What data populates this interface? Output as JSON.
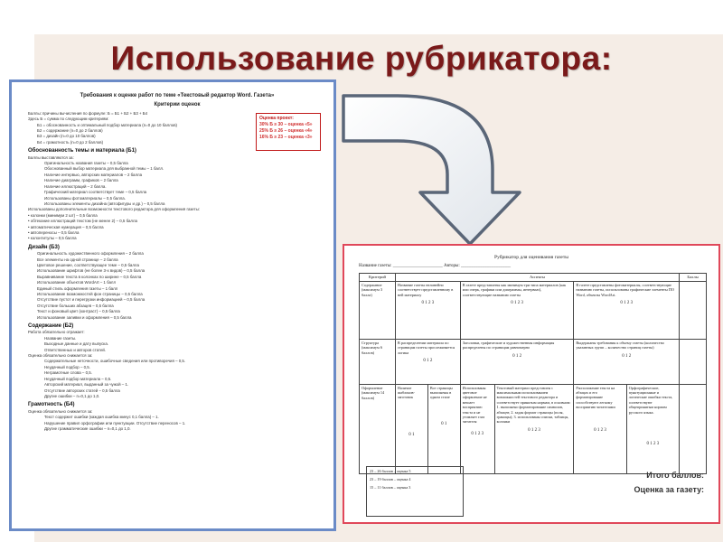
{
  "slide": {
    "title": "Использование рубрикатора:"
  },
  "left_doc": {
    "title": "Требования к оценке работ по теме «Текстовый редактор Word. Газета»",
    "subtitle": "Критерии оценок",
    "lines_intro": [
      "Баллы: причины вычисления по формуле: Б = Б1 + Б2 + Б3 + Б4",
      "Здесь Б = сумма по следующим критериям:",
      "Б1 = обоснованность и оптимальный подбор материала (n=0 до 10 баллов)",
      "Б2 = содержание (n=0 до 2 баллов)",
      "Б3 = дизайн (n=0 до 10 баллов)",
      "Б4 = грамотность (n=0 до 2 баллов)"
    ],
    "note_box": {
      "title": "Оценка проект:",
      "lines": [
        "30% Б ≥ 30 – оценка «5»",
        "25% Б ≥ 26 – оценка «4»",
        "16% Б ≥ 23 – оценка «3»"
      ]
    },
    "sec1_header": "Обоснованность темы и материала (Б1)",
    "sec1_sub": "Баллы выставляются за:",
    "sec1_items": [
      "Оригинальность названия газеты – 0,5 балла",
      "Обоснованный выбор материала для выбранной темы – 1 балл.",
      "Наличие интервью, авторских материалов – 2 балла",
      "Наличие диаграмм, графиков – 2 балла",
      "Наличие иллюстраций – 2 балла.",
      "Графический материал соответствует теме – 0,5 балла",
      "Использованы фотоматериалы – 0,5 балла.",
      "Использованы элементы дизайна (автофигуры и др.) – 0,5 балла"
    ],
    "sec1_extra": [
      "Использованы дополнительные возможности текстового редактора для оформления газеты:",
      "• колонки (минимум 2 шт) – 0,5 балла",
      "• обтекание иллюстраций текстом (не менее 2) – 0,5 балла",
      "• автоматическая нумерация – 0,5 балла",
      "• автопереносы – 0,5 балла",
      "• колонтитулы – 0,5 балла"
    ],
    "sec2_header": "Дизайн (Б3)",
    "sec2_items": [
      "Оригинальность художественного оформления – 2 балла",
      "Все элементы на одной странице – 2 балла",
      "Цветовое решение, соответствующее теме – 0,5 балла",
      "Использование шрифтов (не более 3-х видов) – 0,5 балла",
      "Выравнивание текста в колонках по ширине – 0,5 балла",
      "Использование объектов WordArt – 1 балл",
      "Единый стиль оформления газеты – 1 балл",
      "Использование возможностей фон страницы – 0,5 балла",
      "Отсутствие пустот и перегрузки информацией – 0,5 балла",
      "Отсутствие больших абзацев – 0,5 балла",
      "Текст и фоновый цвет (контраст) – 0,5 балла",
      "Использование заливки и оформления – 0,5 балла"
    ],
    "sec3_header": "Содержание (Б2)",
    "sec3_sub": "Работа обязательно отражает:",
    "sec3_items": [
      "Название газеты.",
      "Выходные данные и дату выпуска.",
      "Ответственных и авторов статей."
    ],
    "sec3_lines": [
      "Оценка обязательно снижается за:",
      "Содержательные неточности, ошибочные сведения или противоречия – 0,5.",
      "Неудачный подбор – 0,5.",
      "Неграмотные слова – 0,5.",
      "Неудачный подбор материала – 0,5.",
      "Авторский материал, выданный за чужой – 1.",
      "Отсутствие авторских статей – 0,5 балла",
      "Другие ошибки – n=0,1 до 1,0."
    ],
    "sec4_header": "Грамотность (Б4)",
    "sec4_lines": [
      "Оценка обязательно снижается за:",
      "Текст содержит ошибки (каждая ошибка минус 0,1 балла) – 1.",
      "Нарушение правил орфографии или пунктуации. Отсутствие переносов – 1.",
      "Другие грамматические ошибки – n=0,1 до 1,0."
    ]
  },
  "right_doc": {
    "title": "Рубрикатор для оценивания газеты",
    "name_line": "Название газеты: ______________________ Авторы: ______________________",
    "headers": [
      "Критерий",
      "Аспекты",
      "Баллы"
    ],
    "rows": [
      {
        "criterion": "Содержание (максимум 3 балла)",
        "cells": [
          {
            "text": "Название газеты нелинейно соответствует представленному в ней материалу",
            "score": "0 1 2 3"
          },
          {
            "text": "В газете представлены как минимум три типа материалов (как или очерк, графики или диаграммы, интервью), соответствующие названию газеты",
            "score": "0 1 2 3"
          },
          {
            "text": "В газете представлены фотоматериалы, соответствующие названию газеты, использованы графические элементы ПО Word, объекты WordArt.",
            "score": "0 1 2 3"
          }
        ]
      },
      {
        "criterion": "Структура (максимум 6 баллов)",
        "cells": [
          {
            "text": "В распределении материала по страницам газеты прослеживается логика",
            "score": "0 1 2"
          },
          {
            "text": "Заголовки, графические и художественная информация распределены по страницам равномерно",
            "score": "0 1 2"
          },
          {
            "text": "Выдержаны требования к объему газеты (количество указанных групп – количество страниц газеты)",
            "score": "0 1 2"
          }
        ]
      },
      {
        "criterion": "Оформление (максимум 14 баллов)",
        "cells": [
          {
            "text": "Наличие шаблонов-заготовок",
            "score": "0 1"
          },
          {
            "text": "Все страницы выполнены в одном стиле",
            "score": "0 1"
          },
          {
            "text": "Использованы цветовое оформление не мешает восприятию текста и не утомляет глаз читателя",
            "score": "0 1 2 3"
          },
          {
            "text": "Текстовый материал представлен с максимальным использованием возможностей текстового редактора и соответствует принятым нормам, в основном: 1. выполнено форматирование символов, абзацев; 2. задан формат страницы (поля, границы); 3. использованы списки, таблицы, колонки",
            "score": "0 1 2 3"
          },
          {
            "text": "Расположение текста на абзацах и его форматирование способствуют легкому восприятию читателями",
            "score": "0 1 2 3"
          },
          {
            "text": "Орфографические, пунктуационные и логические ошибки текста, соответствуют общепринятым нормам русского языка.",
            "score": "0 1 2 3"
          }
        ]
      }
    ],
    "footer_grades": [
      "23 – 26 баллов – оценка 5",
      "23 – 19 баллов – оценка 4",
      "15 – 11 баллов – оценка 3"
    ],
    "total_label": "Итого баллов:",
    "grade_label": "Оценка за газету:"
  },
  "colors": {
    "title": "#7a1a1a",
    "left_border": "#6b8bc7",
    "right_border": "#e0485a",
    "arrow": "#5a6678"
  }
}
